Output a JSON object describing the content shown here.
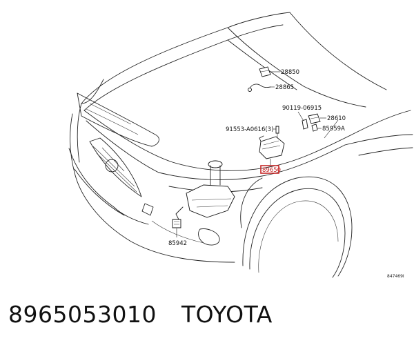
{
  "caption": {
    "part_number": "8965053010",
    "brand": "TOYOTA"
  },
  "diagram": {
    "ref_code": "847469I",
    "callouts": {
      "c28850": "28850",
      "c28865": "28865",
      "c90119": "90119-06915",
      "c28610": "28610",
      "c91553": "91553-A0616(3)",
      "c85959": "85959A",
      "c89650": "89650",
      "c85942": "85942"
    },
    "highlight_color": "#c62828"
  }
}
